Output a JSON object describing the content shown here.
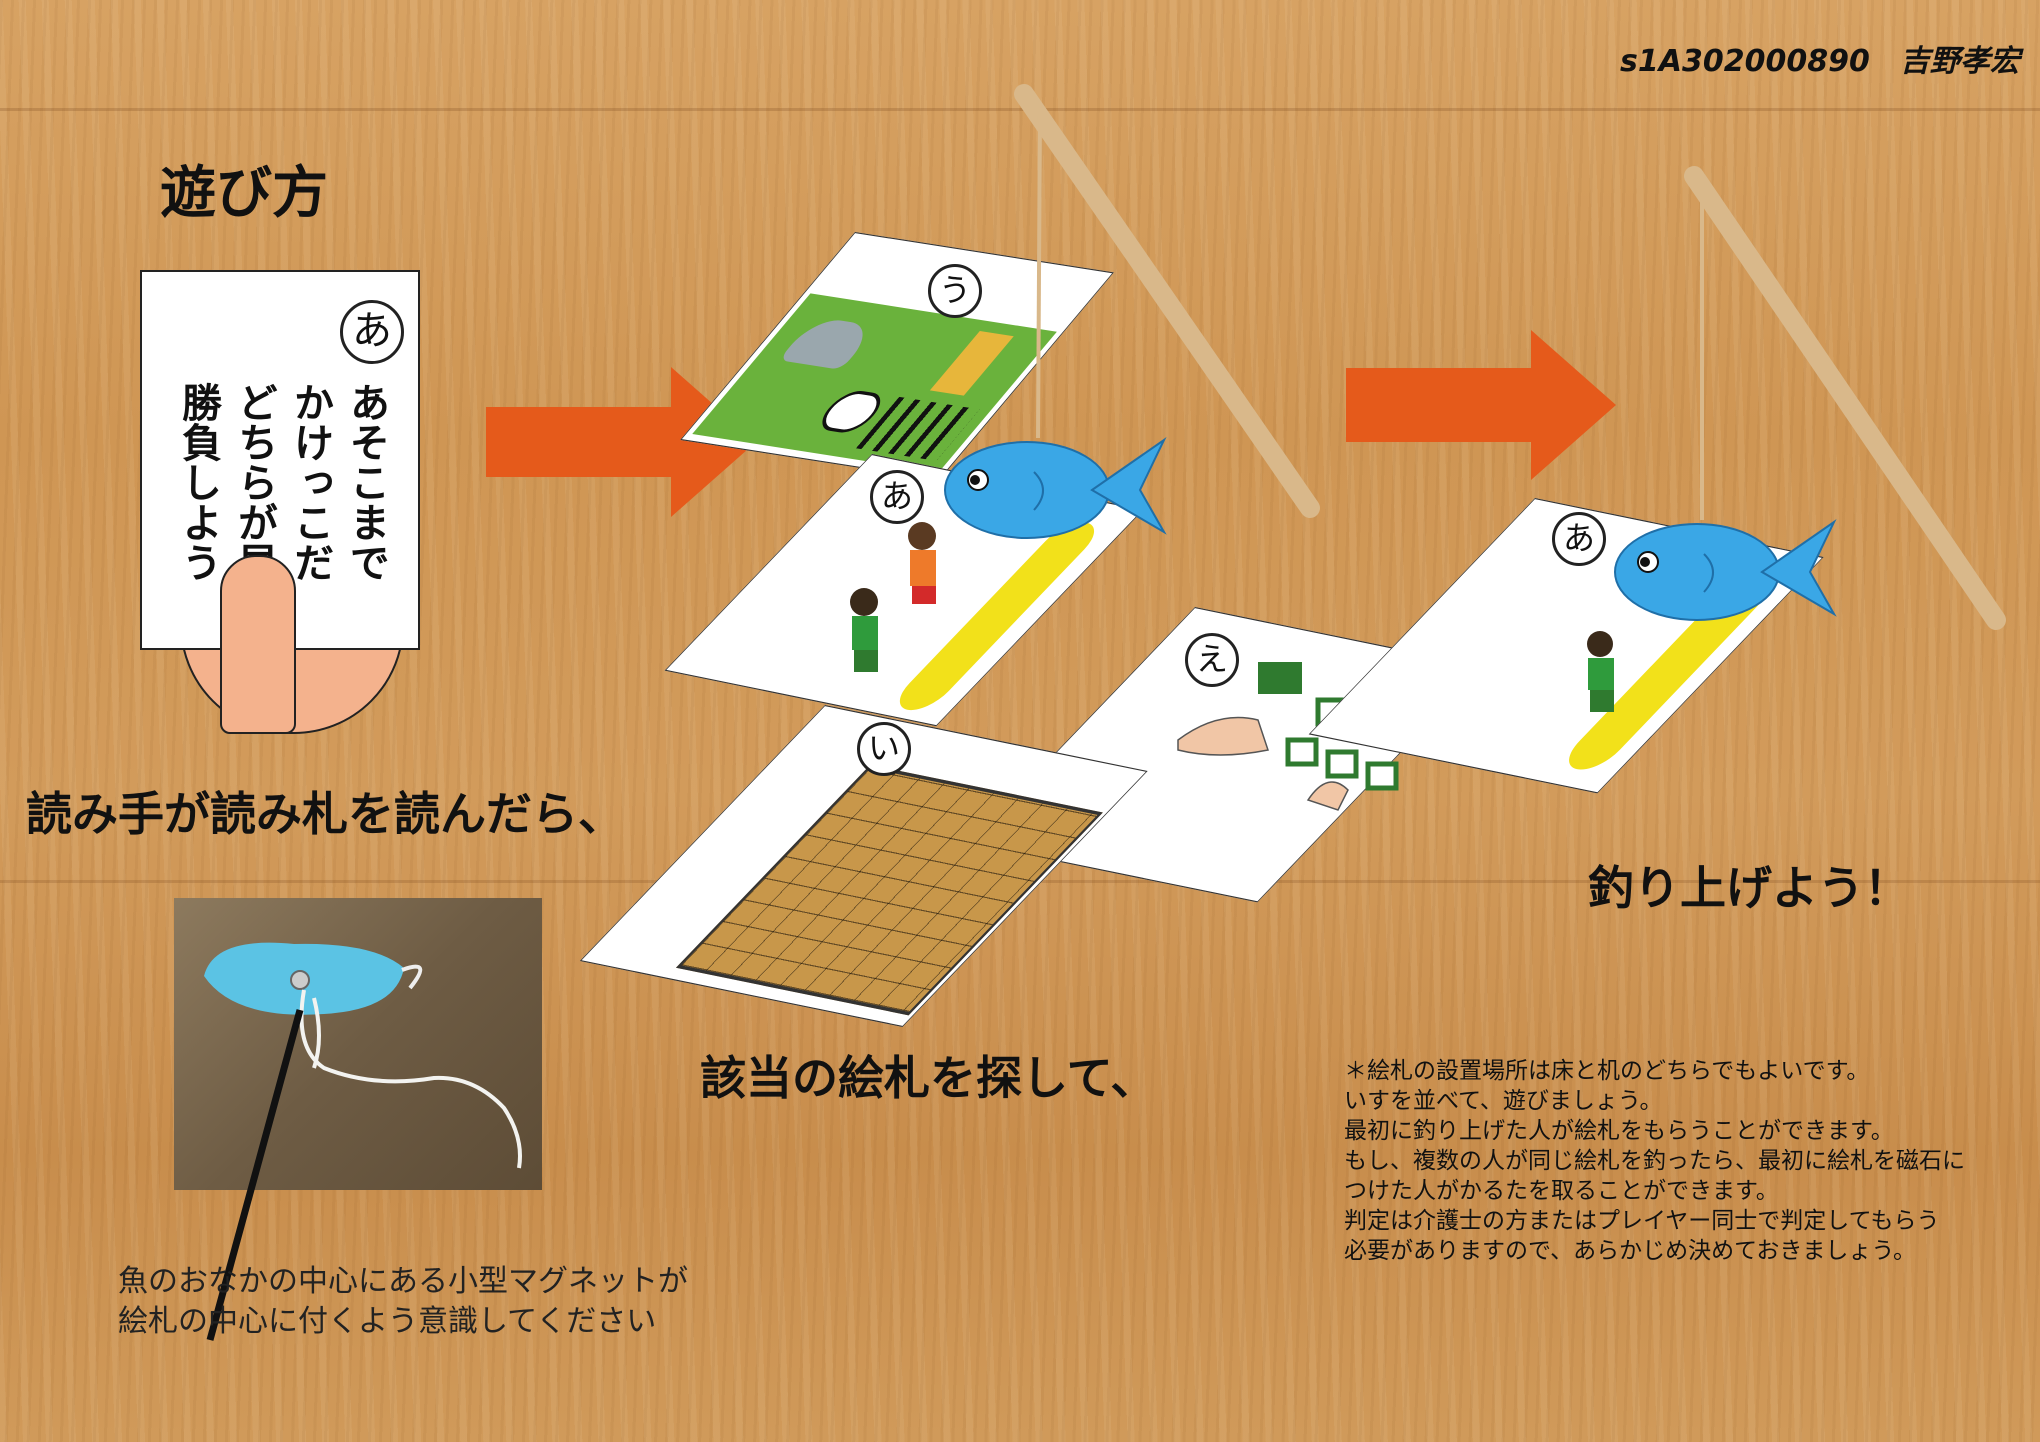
{
  "author": "s1A302000890　吉野孝宏",
  "title": "遊び方",
  "reading_card": {
    "kana": "あ",
    "lines": [
      "あそこまで",
      "かけっこだ",
      "どちらが早",
      "勝負しよう"
    ]
  },
  "step1": "読み手が読み札を読んだら、",
  "step2": "該当の絵札を探して、",
  "step3": "釣り上げよう！",
  "picture_cards": {
    "top": "う",
    "middle": "あ",
    "right": "え",
    "bottom": "い",
    "result": "あ"
  },
  "photo_caption": [
    "魚のおなかの中心にある小型マグネットが",
    "絵札の中心に付くよう意識してください"
  ],
  "notes": [
    "＊絵札の設置場所は床と机のどちらでもよいです。",
    "いすを並べて、遊びましょう。",
    "最初に釣り上げた人が絵札をもらうことができます。",
    "もし、複数の人が同じ絵札を釣ったら、最初に絵札を磁石に",
    "つけた人がかるたを取ることができます。",
    "判定は介護士の方またはプレイヤー同士で判定してもらう",
    "必要がありますので、あらかじめ決めておきましょう。"
  ],
  "colors": {
    "arrow": "#e55a1b",
    "fish": "#3aa7e6",
    "rod": "#d9b88a",
    "yellow_band": "#f2e11a",
    "board": "#c8974a",
    "green_field": "#6ab23c"
  }
}
